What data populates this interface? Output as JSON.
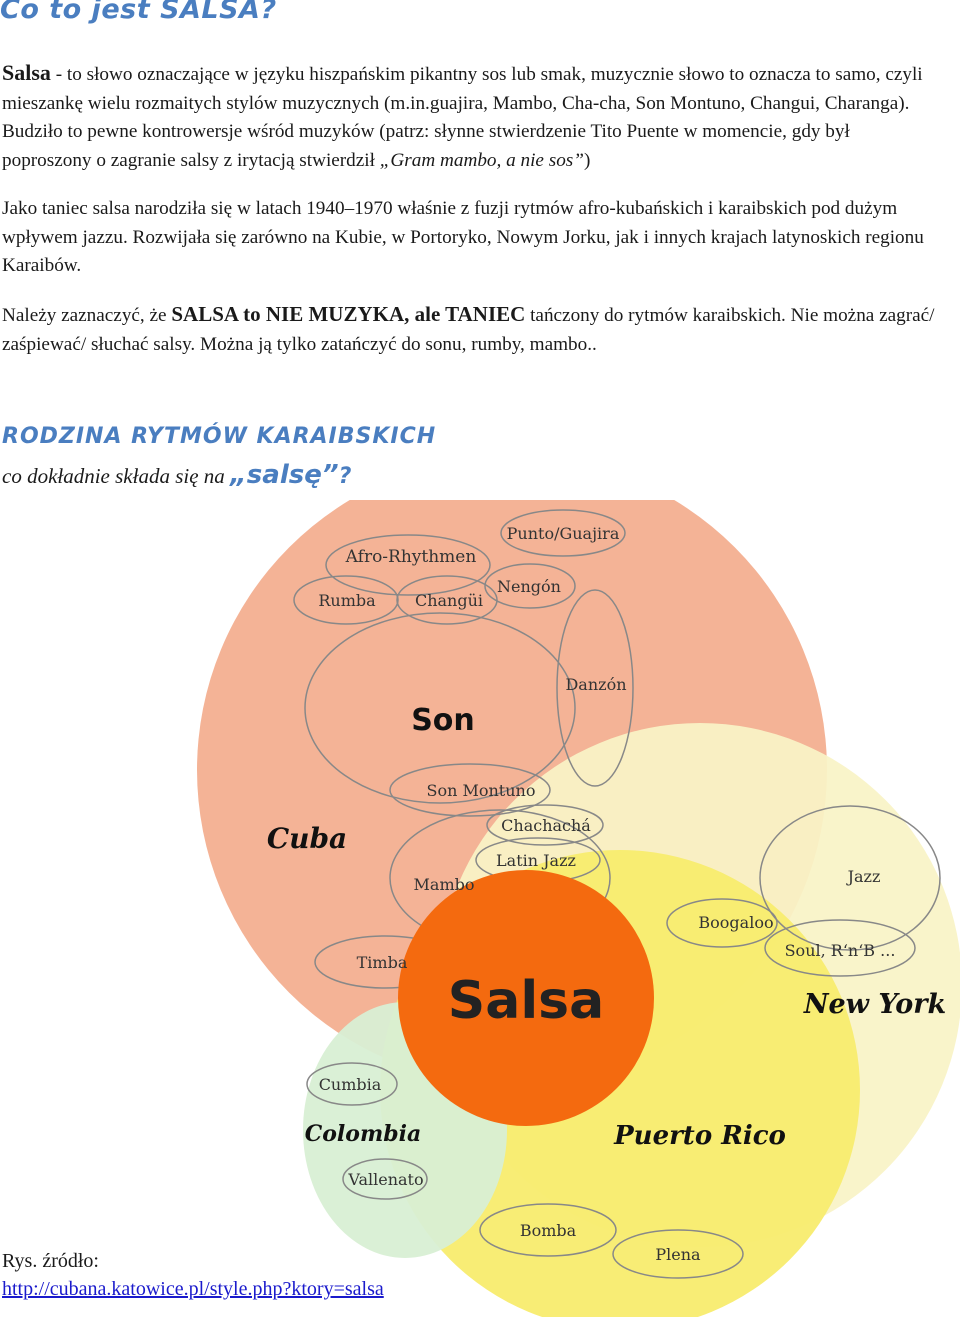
{
  "title": "Co to jest SALSA?",
  "intro": {
    "lead": "Salsa",
    "text1": " - to słowo oznaczające w języku hiszpańskim pikantny sos lub smak, muzycznie słowo to oznacza to samo, czyli mieszankę wielu rozmaitych stylów muzycznych (m.in.guajira, Mambo, Cha-cha, Son Montuno, Changui, Charanga). Budziło to pewne kontrowersje wśród muzyków (patrz: słynne stwierdzenie Tito Puente w momencie, gdy był poproszony o zagranie salsy z irytacją stwierdził ",
    "quote": "„Gram mambo, a nie sos”",
    "text2": ")"
  },
  "para2": "Jako taniec salsa narodziła się w latach 1940–1970 właśnie z fuzji rytmów afro-kubańskich i karaibskich pod dużym wpływem jazzu. Rozwijała się zarówno na Kubie, w Portoryko, Nowym Jorku, jak i innych krajach latynoskich regionu Karaibów.",
  "para3": {
    "a": "Należy zaznaczyć, że ",
    "strong": "SALSA to NIE MUZYKA, ale TANIEC",
    "b": " tańczony do rytmów karaibskich. Nie można zagrać/ zaśpiewać/ słuchać salsy. Można ją tylko zatańczyć do sonu, rumby, mambo.."
  },
  "subtitle": "RODZINA RYTMÓW KARAIBSKICH",
  "question": {
    "a": "co dokładnie składa się na ",
    "b": "„salsę”",
    "c": "?"
  },
  "diagram": {
    "colors": {
      "cuba": "#f4b396",
      "new_york": "#f9f3c6",
      "puerto_rico": "#f8ec6e",
      "colombia": "#d8efd4",
      "salsa": "#f46a0f",
      "outline": "#888888"
    },
    "regions": {
      "cuba": "Cuba",
      "new_york": "New York",
      "puerto_rico": "Puerto Rico",
      "colombia": "Colombia",
      "salsa": "Salsa"
    },
    "styles": {
      "afro_rhythmen": "Afro-Rhythmen",
      "rumba": "Rumba",
      "changui": "Changüi",
      "punto_guajira": "Punto/Guajira",
      "nengon": "Nengón",
      "son": "Son",
      "danzon": "Danzón",
      "son_montuno": "Son Montuno",
      "chachacha": "Chachachá",
      "latin_jazz": "Latin Jazz",
      "mambo": "Mambo",
      "timba": "Timba",
      "jazz": "Jazz",
      "boogaloo": "Boogaloo",
      "soul_rnb": "Soul, R‘n‘B ...",
      "cumbia": "Cumbia",
      "vallenato": "Vallenato",
      "bomba": "Bomba",
      "plena": "Plena"
    }
  },
  "caption": {
    "label": "Rys. źródło:",
    "link": "http://cubana.katowice.pl/style.php?ktory=salsa"
  }
}
